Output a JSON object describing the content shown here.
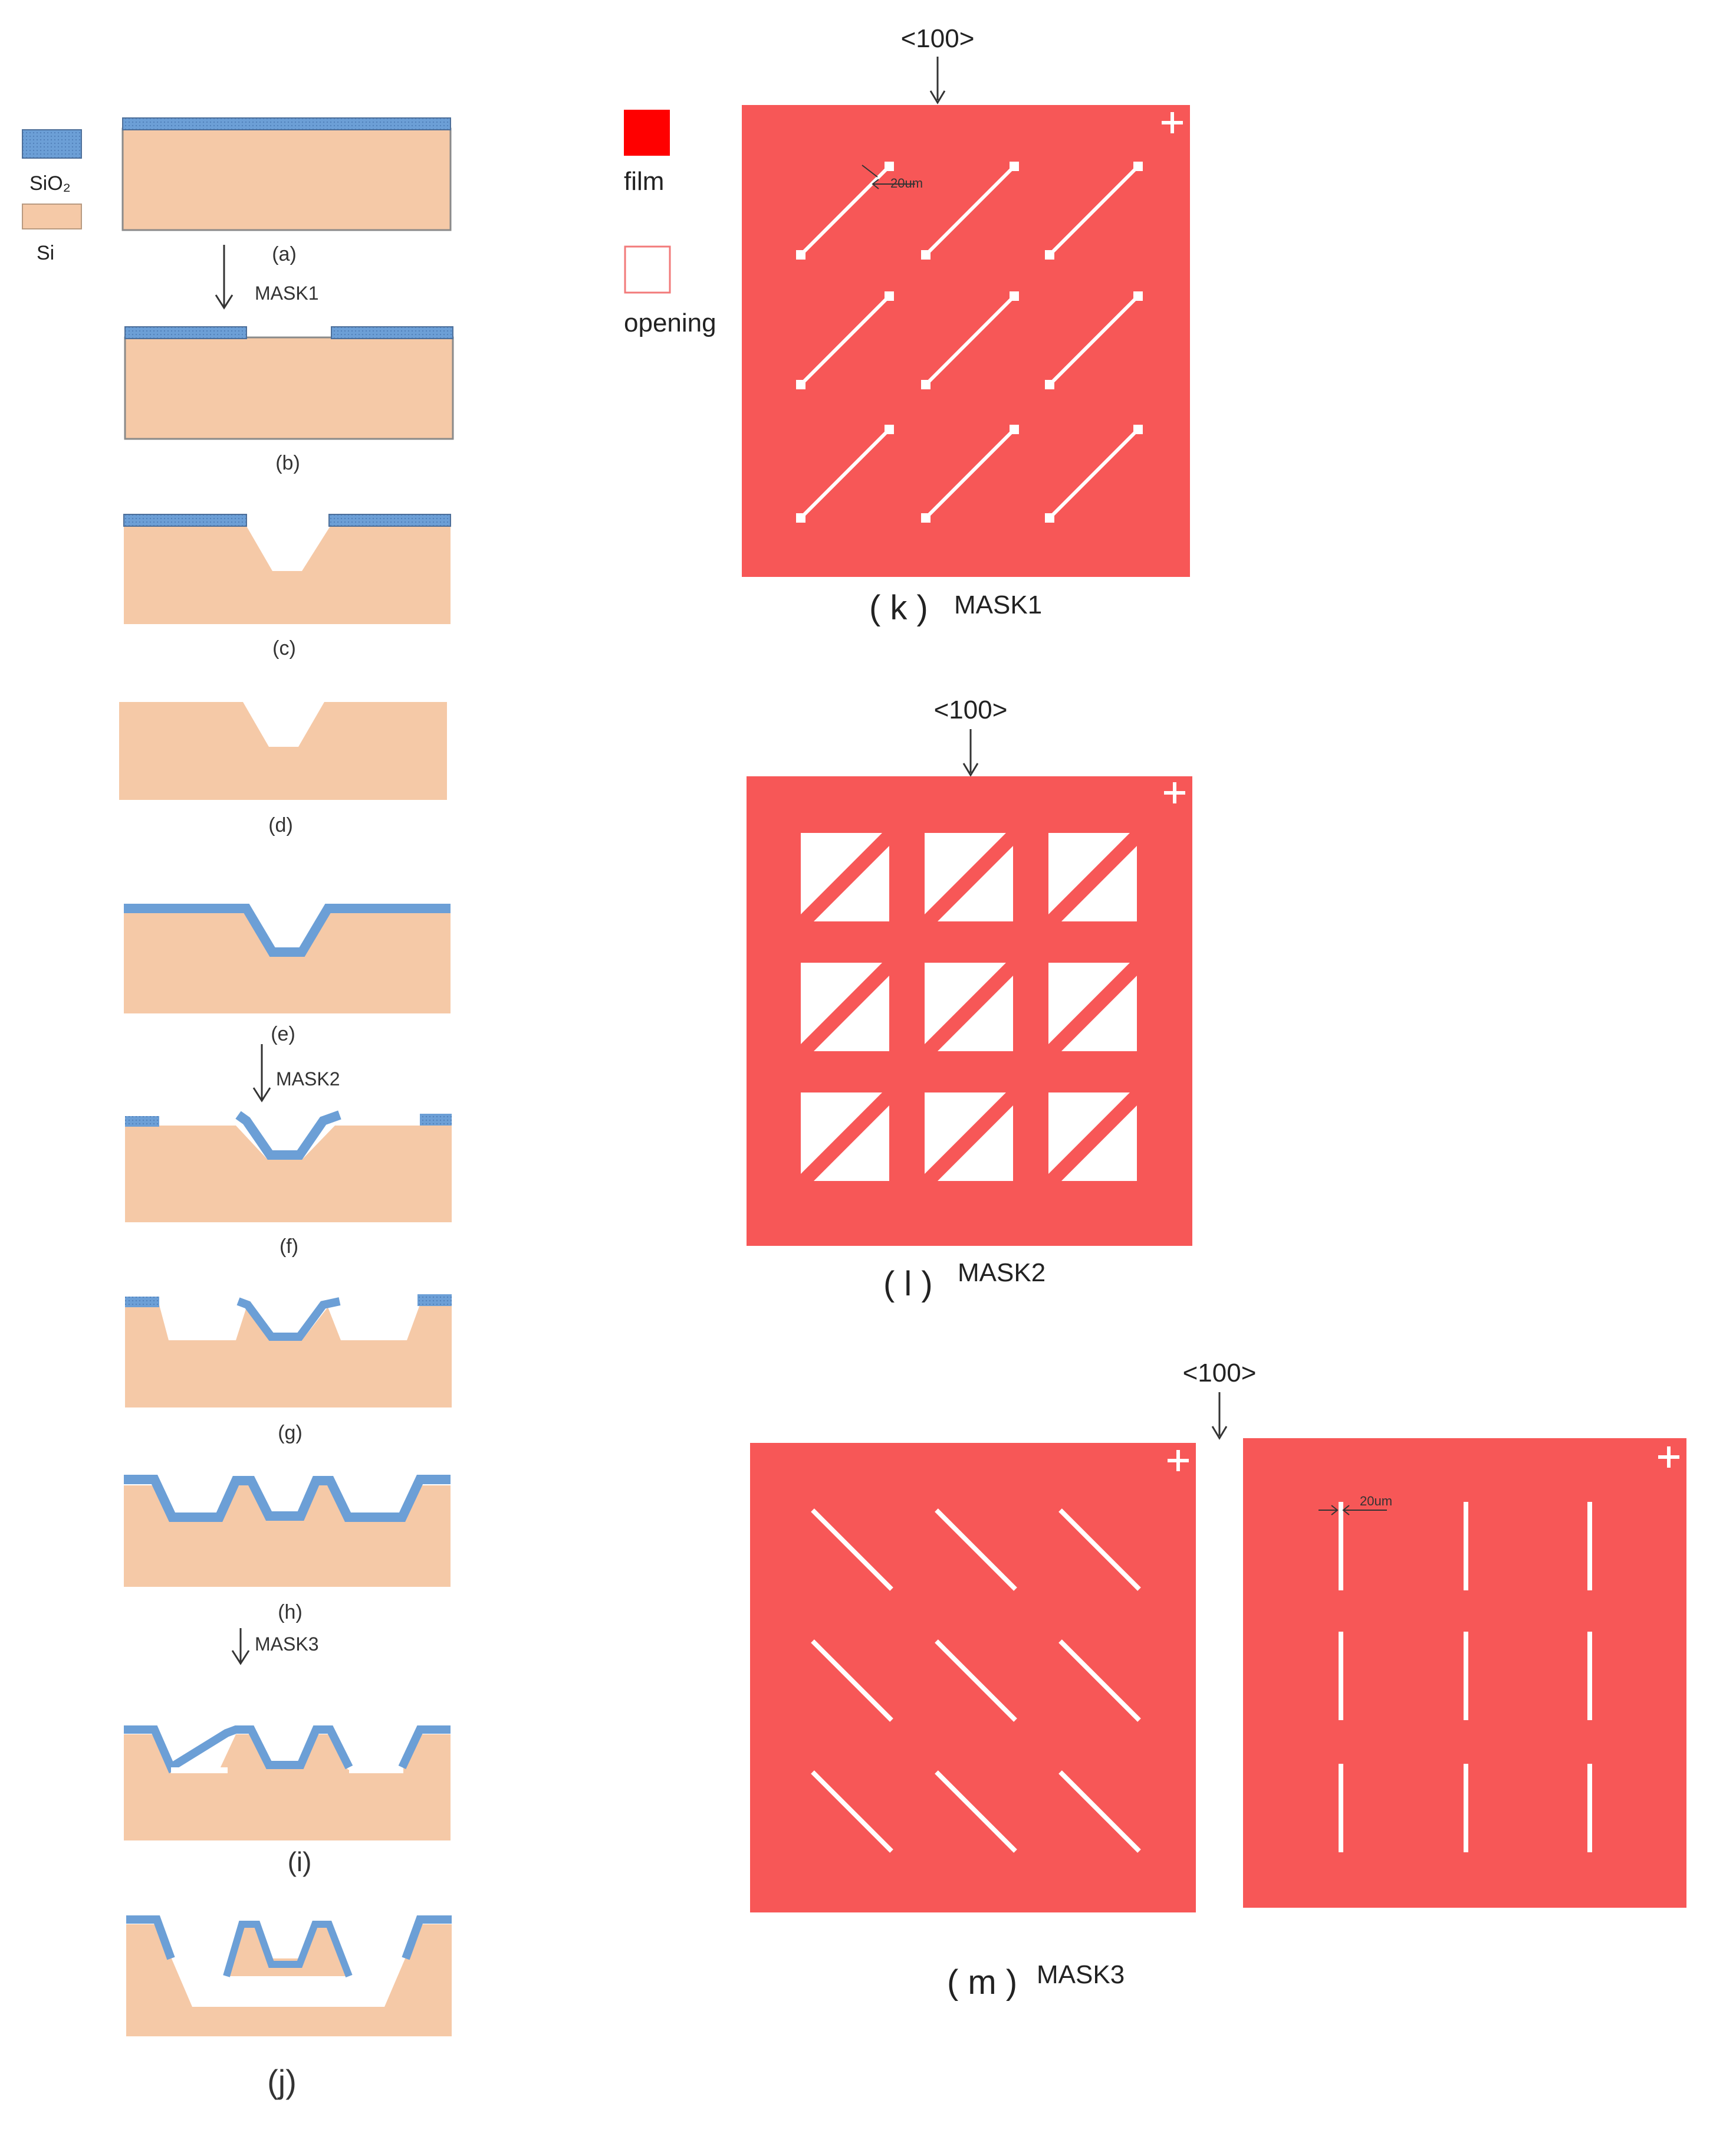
{
  "legend_left": {
    "sio2": "SiO₂",
    "si": "Si"
  },
  "legend_right": {
    "film": "film",
    "opening": "opening"
  },
  "process": {
    "a": "(a)",
    "mask1": "MASK1",
    "b": "(b)",
    "c": "(c)",
    "d": "(d)",
    "e": "(e)",
    "mask2": "MASK2",
    "f": "(f)",
    "g": "(g)",
    "h": "(h)",
    "mask3": "MASK3",
    "i": "(i)",
    "j": "(j)"
  },
  "masks": {
    "direction": "<100>",
    "dim": "20um",
    "k_letter": "( k )",
    "k_name": "MASK1",
    "l_letter": "( l )",
    "l_name": "MASK2",
    "m_letter": "( m )",
    "m_name": "MASK3"
  },
  "colors": {
    "sio2": "#6c9fd6",
    "si": "#f5c9a7",
    "mask_film": "#f75757",
    "film_swatch": "#ff0000",
    "opening_border": "#f27a7a",
    "opening": "#ffffff"
  }
}
